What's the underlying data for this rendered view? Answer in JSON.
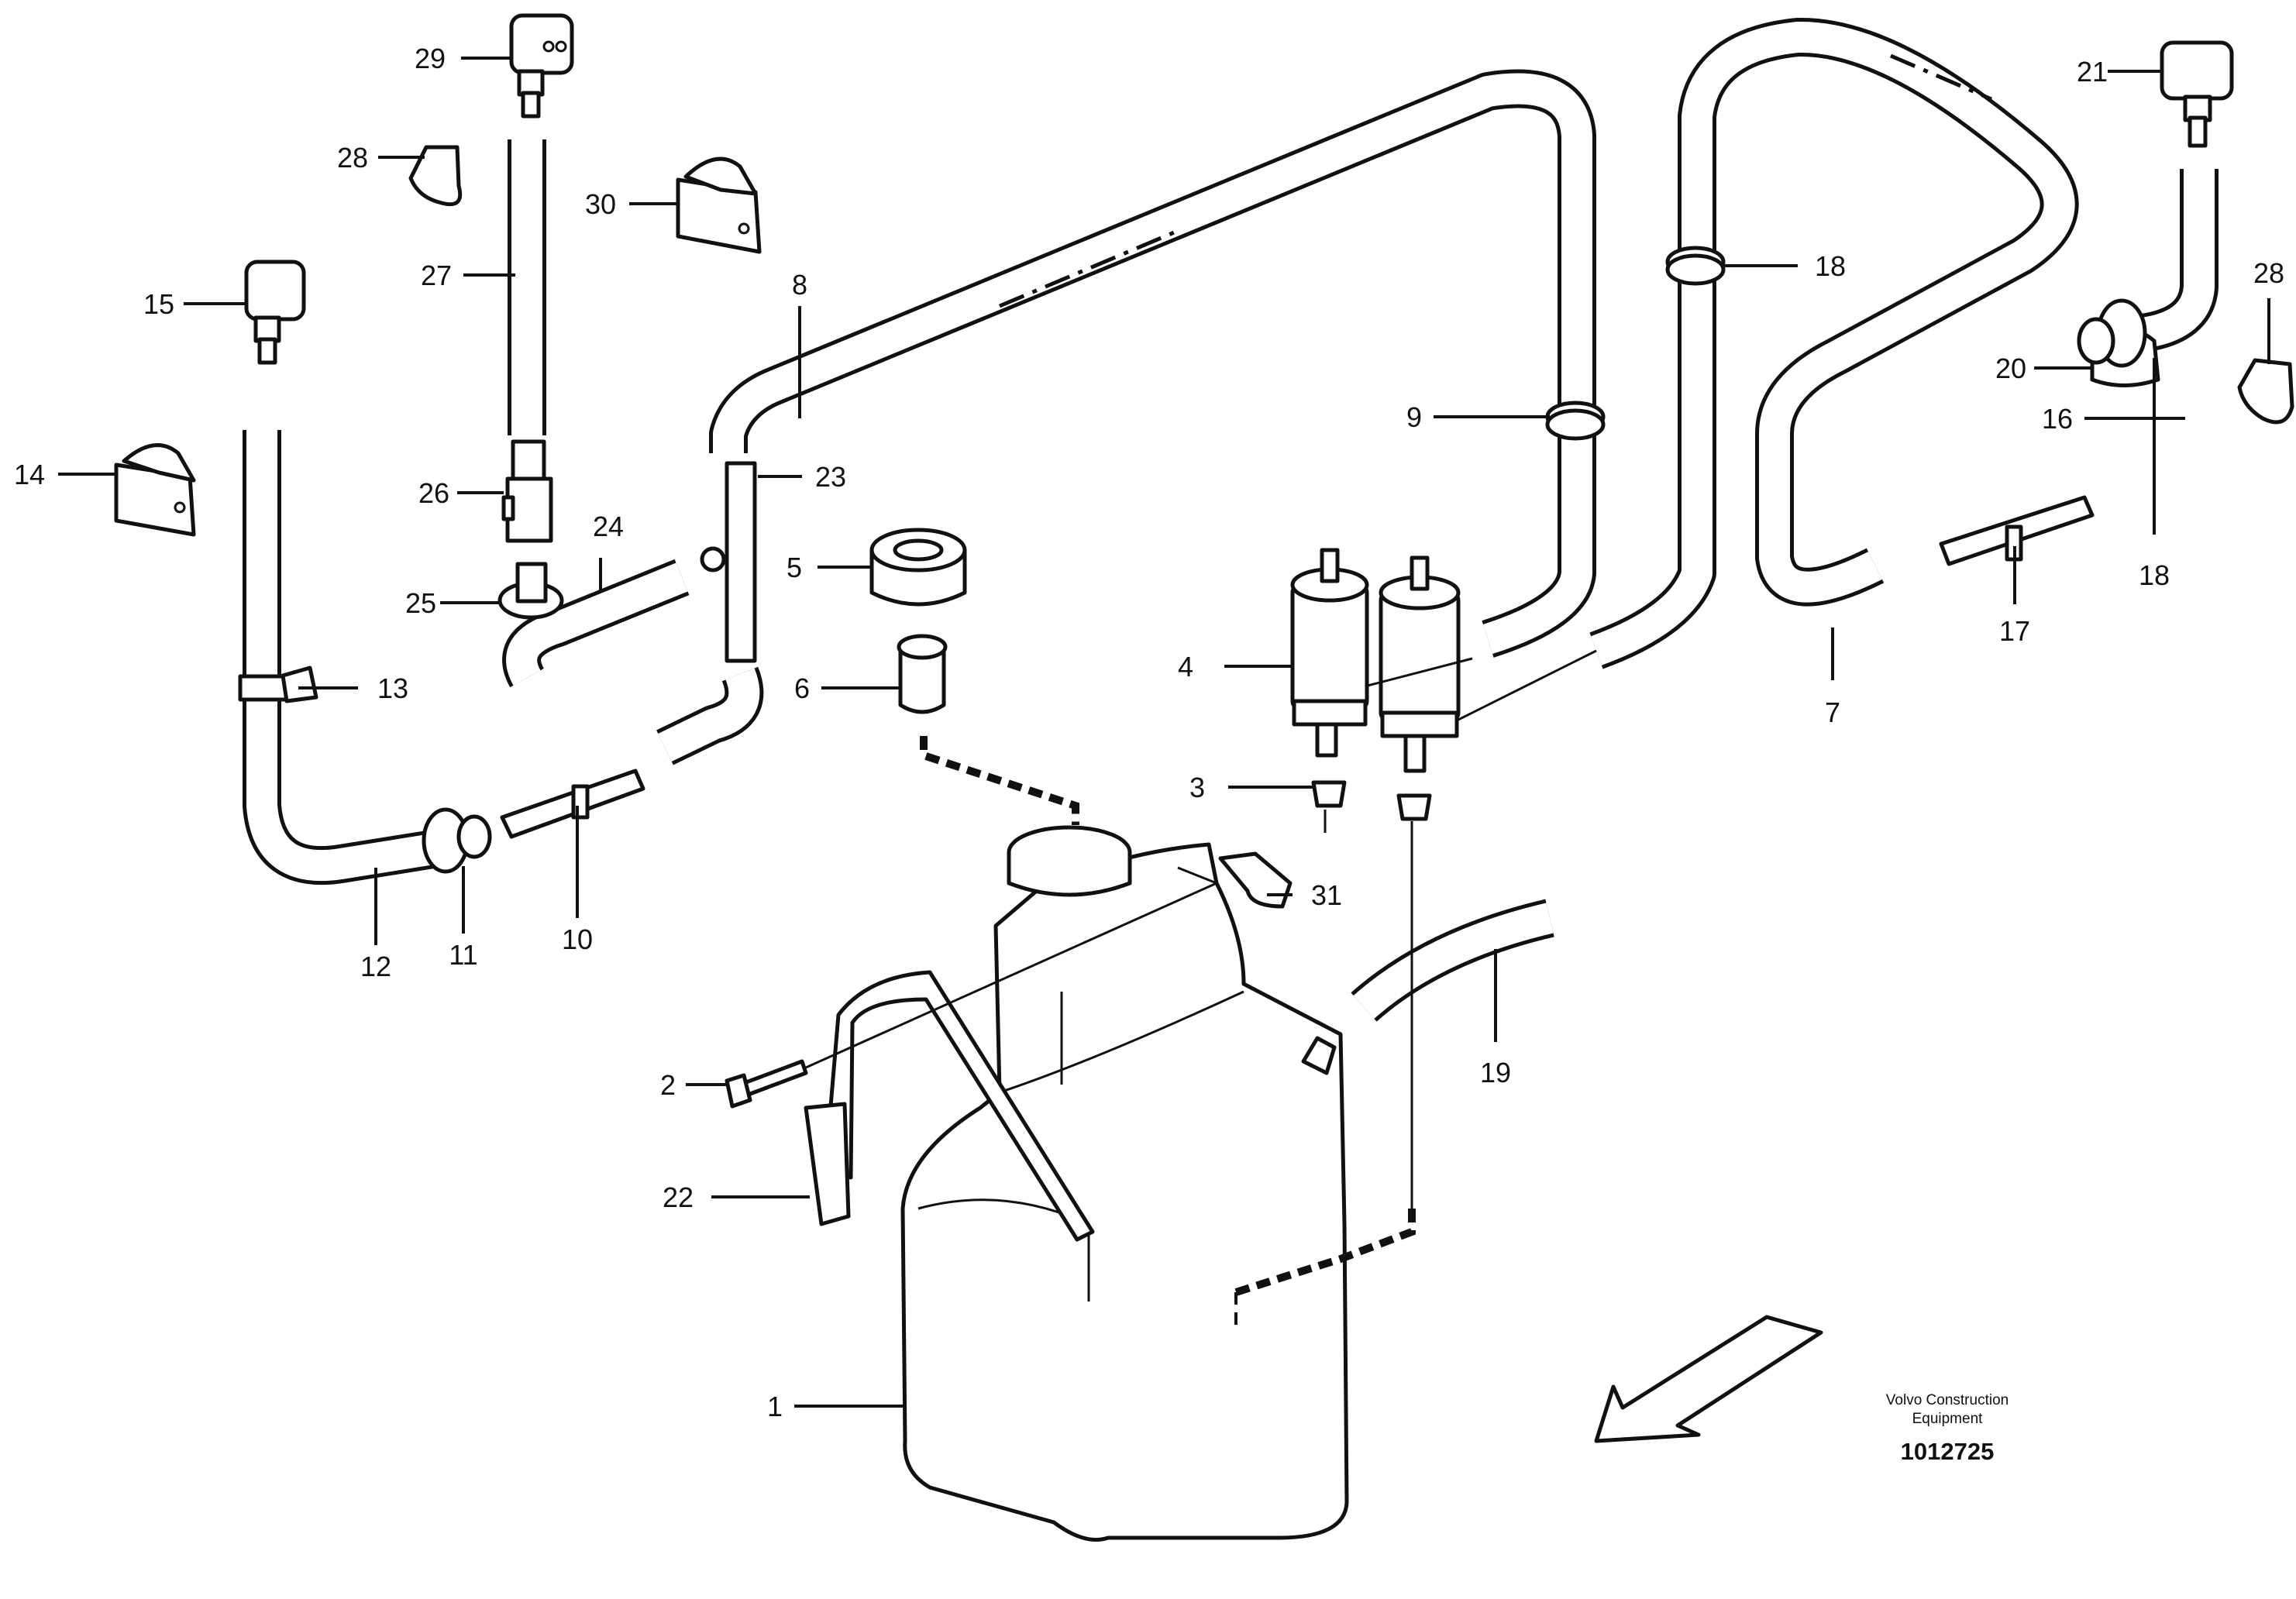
{
  "credit": {
    "line1": "Volvo Construction",
    "line2": "Equipment",
    "doc_number": "1012725"
  },
  "callouts": {
    "c1": "1",
    "c2": "2",
    "c3": "3",
    "c4": "4",
    "c5": "5",
    "c6": "6",
    "c7": "7",
    "c8": "8",
    "c9": "9",
    "c10": "10",
    "c11": "11",
    "c12": "12",
    "c13": "13",
    "c14": "14",
    "c15": "15",
    "c16": "16",
    "c17": "17",
    "c18a": "18",
    "c18b": "18",
    "c19": "19",
    "c20": "20",
    "c21": "21",
    "c22": "22",
    "c23": "23",
    "c24": "24",
    "c25": "25",
    "c26": "26",
    "c27": "27",
    "c28a": "28",
    "c28b": "28",
    "c29": "29",
    "c30": "30",
    "c31": "31"
  },
  "icons": {
    "direction_arrow": "forward-direction-arrow-icon"
  }
}
